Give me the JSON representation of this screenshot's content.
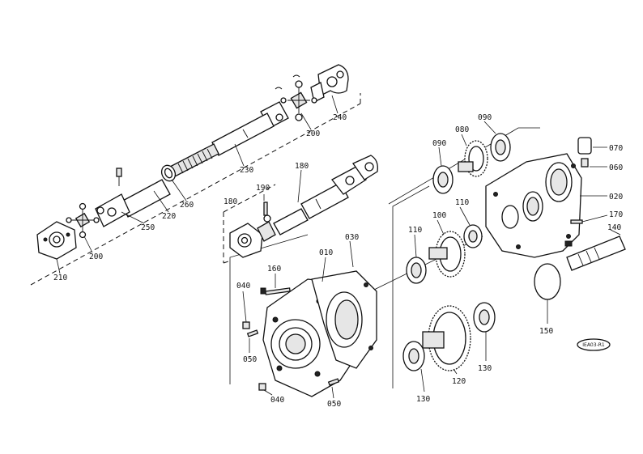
{
  "diagram": {
    "part_numbers": {
      "p010": "010",
      "p020": "020",
      "p030": "030",
      "p040a": "040",
      "p040b": "040",
      "p050a": "050",
      "p050b": "050",
      "p060": "060",
      "p070": "070",
      "p080": "080",
      "p090a": "090",
      "p090b": "090",
      "p100": "100",
      "p110a": "110",
      "p110b": "110",
      "p120": "120",
      "p130a": "130",
      "p130b": "130",
      "p140": "140",
      "p150": "150",
      "p160": "160",
      "p170": "170",
      "p180a": "180",
      "p180b": "180",
      "p190": "190",
      "p200a": "200",
      "p200b": "200",
      "p210": "210",
      "p220": "220",
      "p230": "230",
      "p240": "240",
      "p250": "250",
      "p260": "260"
    },
    "stamp": "IEA03-R1"
  }
}
